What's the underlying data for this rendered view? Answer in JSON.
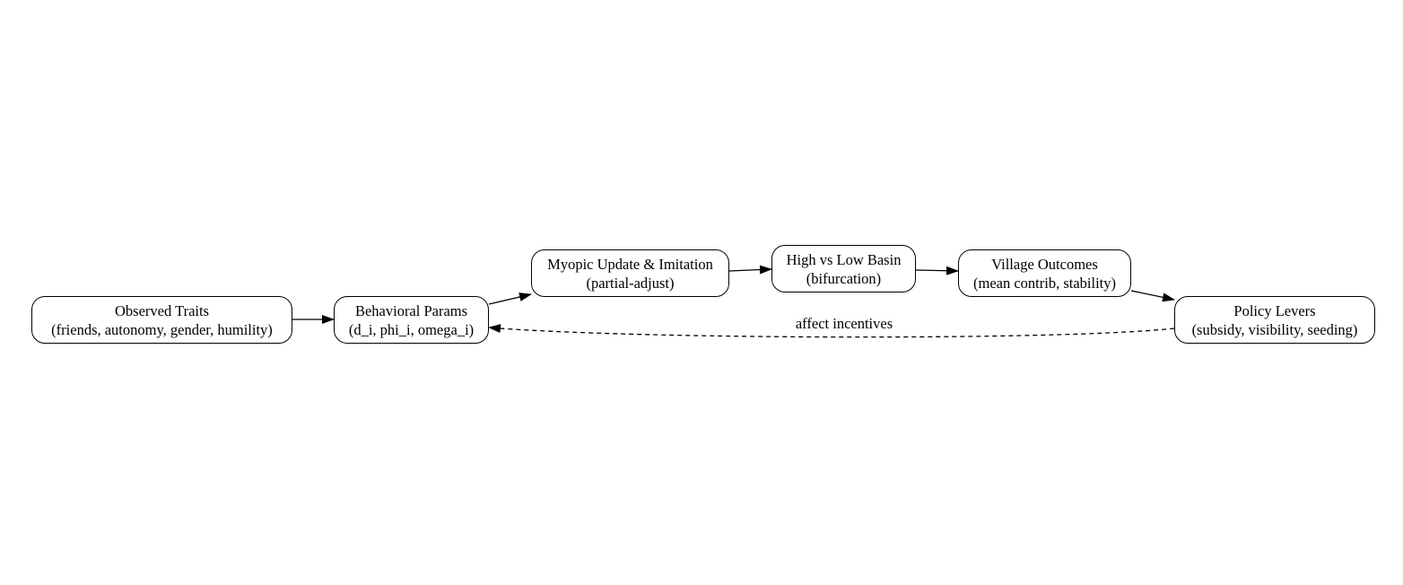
{
  "diagram": {
    "nodes": [
      {
        "id": "observed",
        "title": "Observed Traits",
        "subtitle": "(friends, autonomy, gender, humility)"
      },
      {
        "id": "behavioral",
        "title": "Behavioral Params",
        "subtitle": "(d_i, phi_i, omega_i)"
      },
      {
        "id": "myopic",
        "title": "Myopic Update & Imitation",
        "subtitle": "(partial-adjust)"
      },
      {
        "id": "basin",
        "title": "High vs Low Basin",
        "subtitle": "(bifurcation)"
      },
      {
        "id": "village",
        "title": "Village Outcomes",
        "subtitle": "(mean contrib, stability)"
      },
      {
        "id": "policy",
        "title": "Policy Levers",
        "subtitle": "(subsidy, visibility, seeding)"
      }
    ],
    "edges": [
      {
        "from": "observed",
        "to": "behavioral",
        "style": "solid"
      },
      {
        "from": "behavioral",
        "to": "myopic",
        "style": "solid"
      },
      {
        "from": "myopic",
        "to": "basin",
        "style": "solid"
      },
      {
        "from": "basin",
        "to": "village",
        "style": "solid"
      },
      {
        "from": "village",
        "to": "policy",
        "style": "solid"
      },
      {
        "from": "policy",
        "to": "behavioral",
        "style": "dashed",
        "label": "affect incentives"
      }
    ]
  }
}
